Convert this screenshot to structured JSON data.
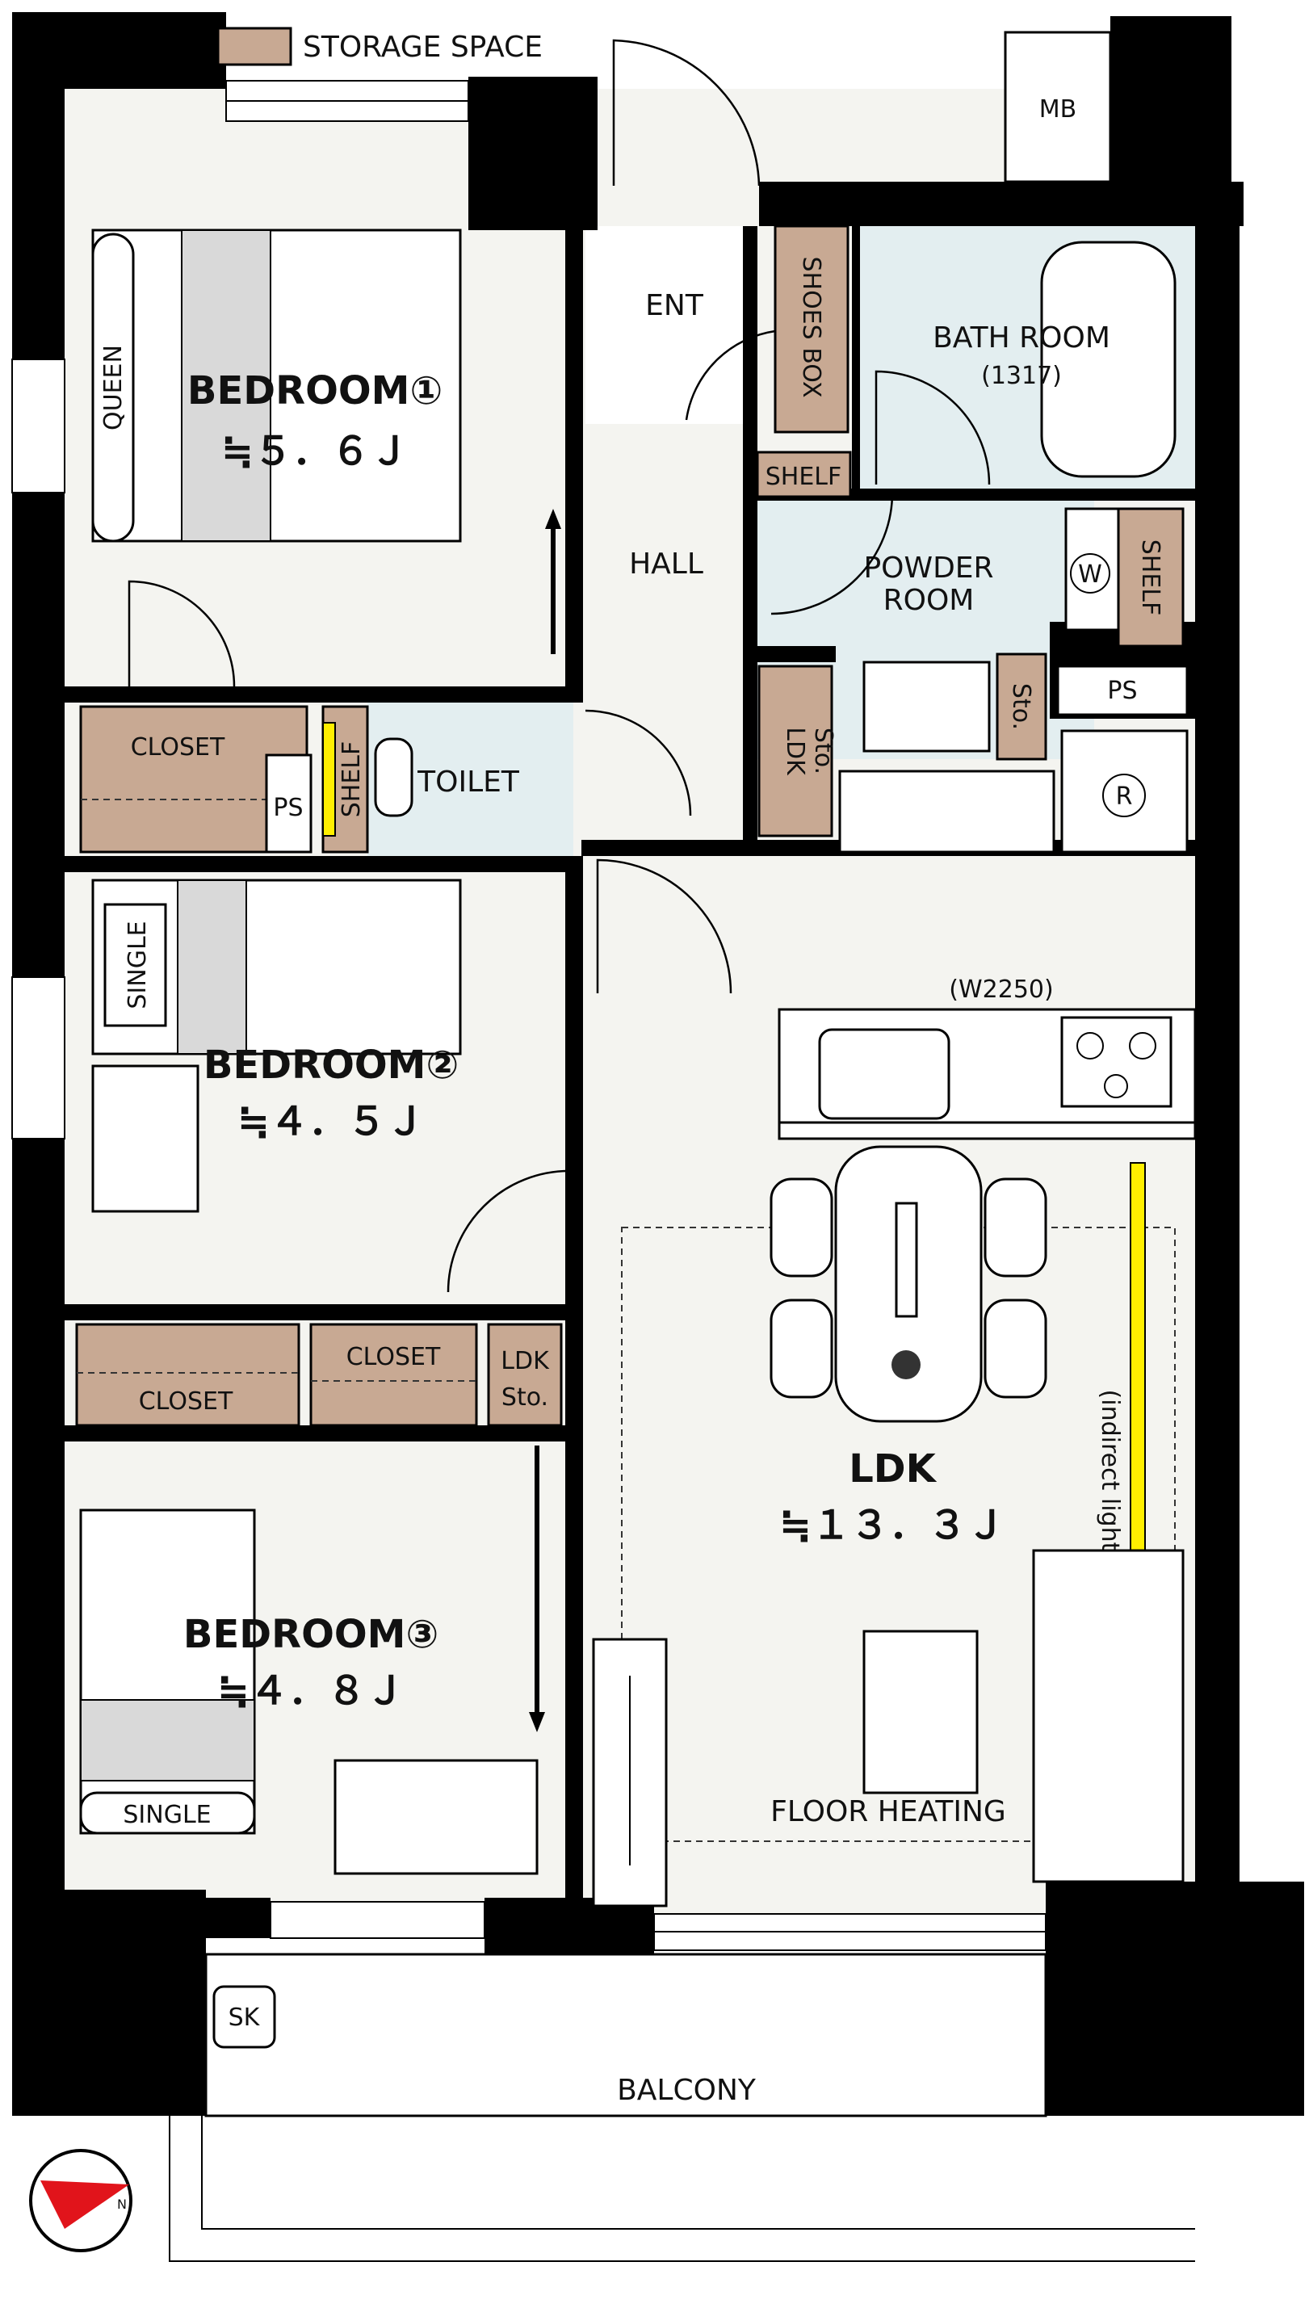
{
  "legend": {
    "storage_label": "STORAGE SPACE",
    "storage_color": "#c8a993"
  },
  "rooms": {
    "bedroom1": {
      "name": "BEDROOM①",
      "size": "≒５．６Ｊ"
    },
    "bedroom2": {
      "name": "BEDROOM②",
      "size": "≒４．５Ｊ"
    },
    "bedroom3": {
      "name": "BEDROOM③",
      "size": "≒４．８Ｊ"
    },
    "ldk": {
      "name": "LDK",
      "size": "≒１３．３Ｊ"
    },
    "bath": {
      "name": "BATH ROOM",
      "sub": "(1317)"
    },
    "powder": {
      "line1": "POWDER",
      "line2": "ROOM"
    },
    "toilet": "TOILET",
    "hall": "HALL",
    "ent": "ENT",
    "balcony": "BALCONY"
  },
  "labels": {
    "mb": "MB",
    "ps1": "PS",
    "ps2": "PS",
    "shoes_box": "SHOES BOX",
    "shelf_hall": "SHELF",
    "shelf_powder": "SHELF",
    "shelf_toilet": "SHELF",
    "ldk_sto1_a": "LDK",
    "ldk_sto1_b": "Sto.",
    "ldk_sto2_a": "LDK",
    "ldk_sto2_b": "Sto.",
    "sto": "Sto.",
    "closet1": "CLOSET",
    "closet2": "CLOSET",
    "closet3": "CLOSET",
    "queen": "QUEEN",
    "single1": "SINGLE",
    "single2": "SINGLE",
    "w2250": "(W2250)",
    "indirect": "(indirect lighting)",
    "floor_heating": "FLOOR HEATING",
    "sk": "SK",
    "washer": "W",
    "fridge": "R",
    "compass_n": "N"
  },
  "colors": {
    "wet_area": "#e3eef0",
    "floor": "#f4f4f0",
    "indirect_light": "#ffef00"
  }
}
